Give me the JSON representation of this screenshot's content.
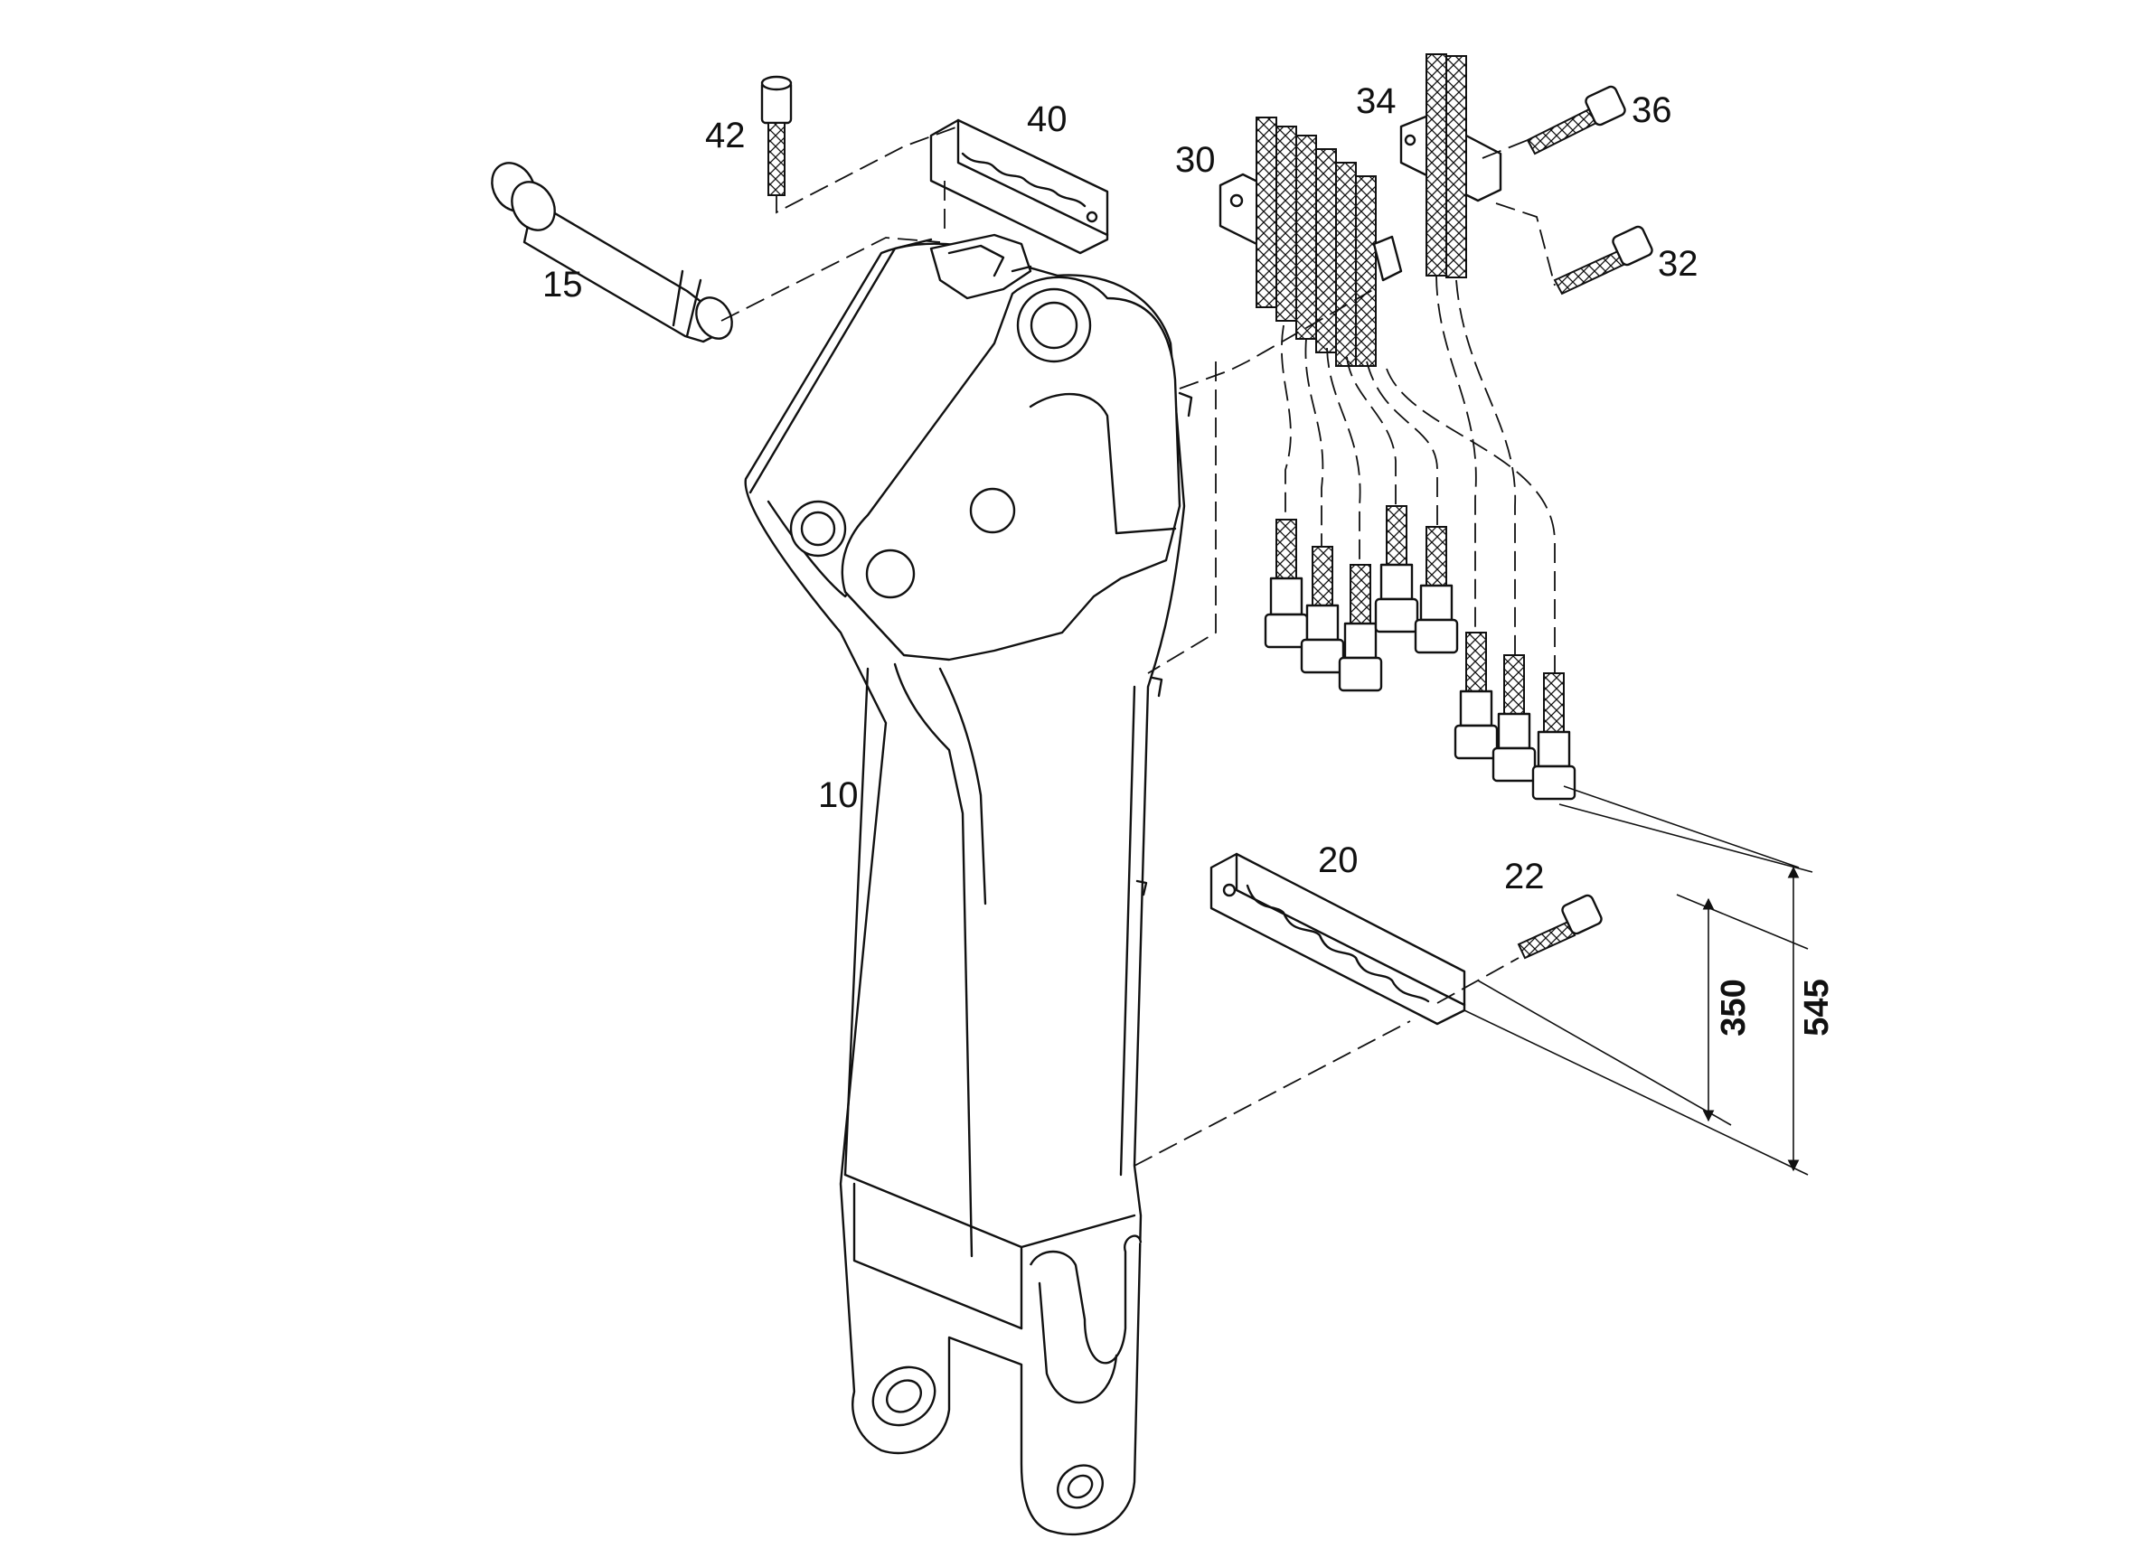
{
  "callouts": {
    "arm": "10",
    "pin": "15",
    "lower_clamp": "20",
    "lower_screw": "22",
    "hose_clamp": "30",
    "clamp_screw": "32",
    "cover_clamp": "34",
    "cover_screw": "36",
    "upper_clamp": "40",
    "upper_screw": "42"
  },
  "dimensions": {
    "inner": "350",
    "outer": "545"
  },
  "colors": {
    "line": "#111111",
    "background": "#ffffff"
  }
}
